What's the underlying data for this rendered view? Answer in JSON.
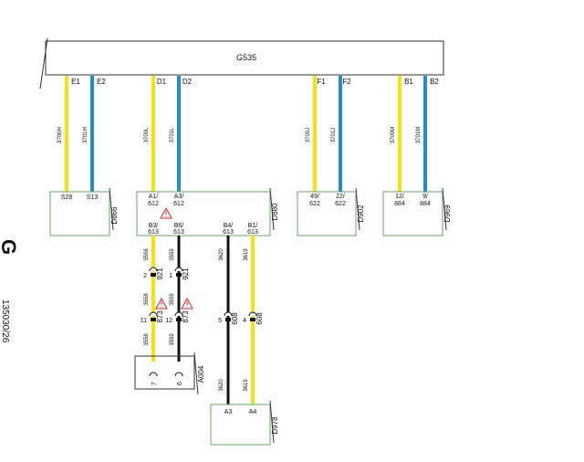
{
  "colors": {
    "yellow": "#f2e313",
    "blue": "#1f8ec9",
    "black": "#111111",
    "connector_green": "#5cae5c",
    "warning_red": "#d62020"
  },
  "top_module": {
    "name": "G535",
    "pins": [
      "E1",
      "E2",
      "D1",
      "D2",
      "F1",
      "F2",
      "B1",
      "B2"
    ]
  },
  "top_wires": [
    {
      "pin": "E1",
      "color": "yellow",
      "label": "3700H"
    },
    {
      "pin": "E2",
      "color": "blue",
      "label": "3701H"
    },
    {
      "pin": "D1",
      "color": "yellow",
      "label": "3700L"
    },
    {
      "pin": "D2",
      "color": "blue",
      "label": "3701L"
    },
    {
      "pin": "F1",
      "color": "yellow",
      "label": "3700J"
    },
    {
      "pin": "F2",
      "color": "blue",
      "label": "3701J"
    },
    {
      "pin": "B1",
      "color": "yellow",
      "label": "3700M"
    },
    {
      "pin": "B2",
      "color": "blue",
      "label": "3701M"
    }
  ],
  "connectors": {
    "d866": {
      "name": "D866",
      "pins": [
        "S29",
        "S13"
      ]
    },
    "d880": {
      "name": "D880",
      "top_pins": [
        [
          "A1/",
          "612"
        ],
        [
          "A3/",
          "612"
        ]
      ],
      "bottom_pins": [
        [
          "B3/",
          "613"
        ],
        [
          "B6/",
          "613"
        ],
        [
          "B4/",
          "613"
        ],
        [
          "B1/",
          "613"
        ]
      ]
    },
    "d902": {
      "name": "D902",
      "pins": [
        [
          "49/",
          "622"
        ],
        [
          "22/",
          "622"
        ]
      ]
    },
    "d969": {
      "name": "D969",
      "pins": [
        [
          "12/",
          "884"
        ],
        [
          "9/",
          "884"
        ]
      ]
    },
    "a004": {
      "name": "A004",
      "pins": [
        "7",
        "6"
      ]
    },
    "d978": {
      "name": "D978",
      "pins": [
        "A3",
        "A4"
      ]
    }
  },
  "lower_wires": {
    "w1_label": "3558",
    "w2_label": "3559",
    "w3_label": "3620",
    "w4_label": "3619",
    "w1_label_mid": "3558",
    "w2_label_mid": "3559",
    "w1_label_low": "3558",
    "w2_label_low": "3559",
    "w3_label_low": "3620",
    "w4_label_low": "3619"
  },
  "inline_connectors": {
    "c921_left": {
      "pin": "2",
      "name": "921"
    },
    "c921_right": {
      "pin": "1",
      "name": "921"
    },
    "c873_left": {
      "pin": "11",
      "name": "873"
    },
    "c873_right": {
      "pin": "12",
      "name": "873"
    },
    "c608_left": {
      "pin": "5",
      "name": "608"
    },
    "c608_right": {
      "pin": "4",
      "name": "608"
    }
  },
  "margin_text": {
    "letter": "G",
    "code": "135030/26"
  }
}
